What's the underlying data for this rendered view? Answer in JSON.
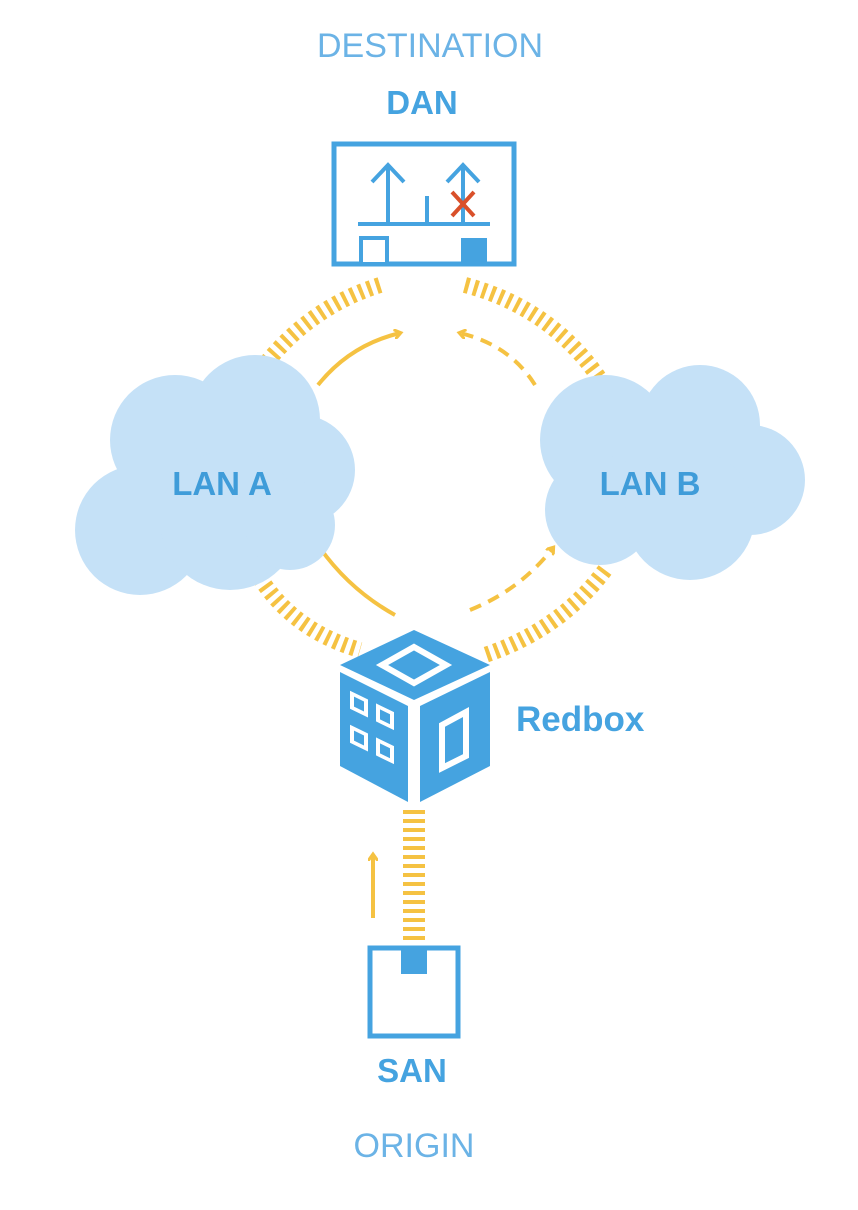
{
  "labels": {
    "destination": "DESTINATION",
    "dan": "DAN",
    "lan_a": "LAN A",
    "lan_b": "LAN B",
    "redbox": "Redbox",
    "san": "SAN",
    "origin": "ORIGIN"
  },
  "colors": {
    "blue": "#45a3e0",
    "light_blue_cloud": "#c5e1f7",
    "yellow_link": "#f5c242",
    "red_cross": "#d9502a"
  },
  "icons": {
    "dan": "network-device-icon",
    "redbox": "redbox-cube-icon",
    "san": "single-attached-node-icon",
    "failed_path": "cross-icon"
  },
  "flows": {
    "path_a": "solid",
    "path_b": "dashed",
    "path_b_status": "discarded"
  }
}
